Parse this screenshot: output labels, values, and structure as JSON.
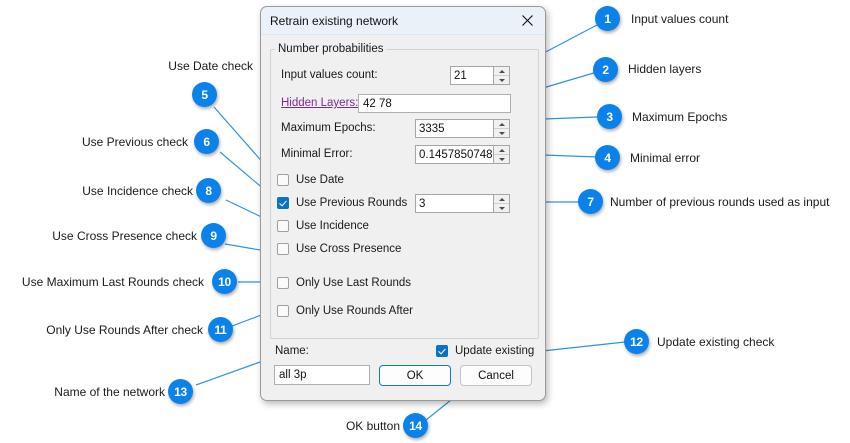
{
  "dialog": {
    "title": "Retrain existing network",
    "close_icon": "close-icon",
    "group": {
      "title": "Number probabilities",
      "fields": [
        {
          "label": "Input values count:",
          "value": "21",
          "kind": "spinner"
        },
        {
          "label": "Hidden Layers:",
          "value": "42 78",
          "kind": "textbox-link"
        },
        {
          "label": "Maximum Epochs:",
          "value": "3335",
          "kind": "spinner"
        },
        {
          "label": "Minimal Error:",
          "value": "0.1457850748",
          "kind": "spinner"
        }
      ],
      "checks": [
        {
          "label": "Use Date",
          "checked": false
        },
        {
          "label": "Use Previous Rounds",
          "checked": true,
          "value": "3"
        },
        {
          "label": "Use Incidence",
          "checked": false
        },
        {
          "label": "Use Cross Presence",
          "checked": false
        },
        {
          "label": "Only Use Last Rounds",
          "checked": false
        },
        {
          "label": "Only Use Rounds After",
          "checked": false
        }
      ]
    },
    "footer": {
      "name_label": "Name:",
      "name_value": "all 3p",
      "update_existing_label": "Update existing",
      "update_existing_checked": true,
      "ok_label": "OK",
      "cancel_label": "Cancel"
    }
  },
  "annotations": {
    "accent_color": "#0b82ea",
    "items": [
      {
        "num": "1",
        "label": "Input values count"
      },
      {
        "num": "2",
        "label": "Hidden layers"
      },
      {
        "num": "3",
        "label": "Maximum Epochs"
      },
      {
        "num": "4",
        "label": "Minimal error"
      },
      {
        "num": "5",
        "label": "Use Date check"
      },
      {
        "num": "6",
        "label": "Use Previous check"
      },
      {
        "num": "7",
        "label": "Number of previous rounds used as input"
      },
      {
        "num": "8",
        "label": "Use Incidence check"
      },
      {
        "num": "9",
        "label": "Use Cross Presence check"
      },
      {
        "num": "10",
        "label": "Use Maximum Last Rounds check"
      },
      {
        "num": "11",
        "label": "Only Use Rounds After check"
      },
      {
        "num": "12",
        "label": "Update existing check"
      },
      {
        "num": "13",
        "label": "Name of the network"
      },
      {
        "num": "14",
        "label": "OK button"
      }
    ]
  }
}
